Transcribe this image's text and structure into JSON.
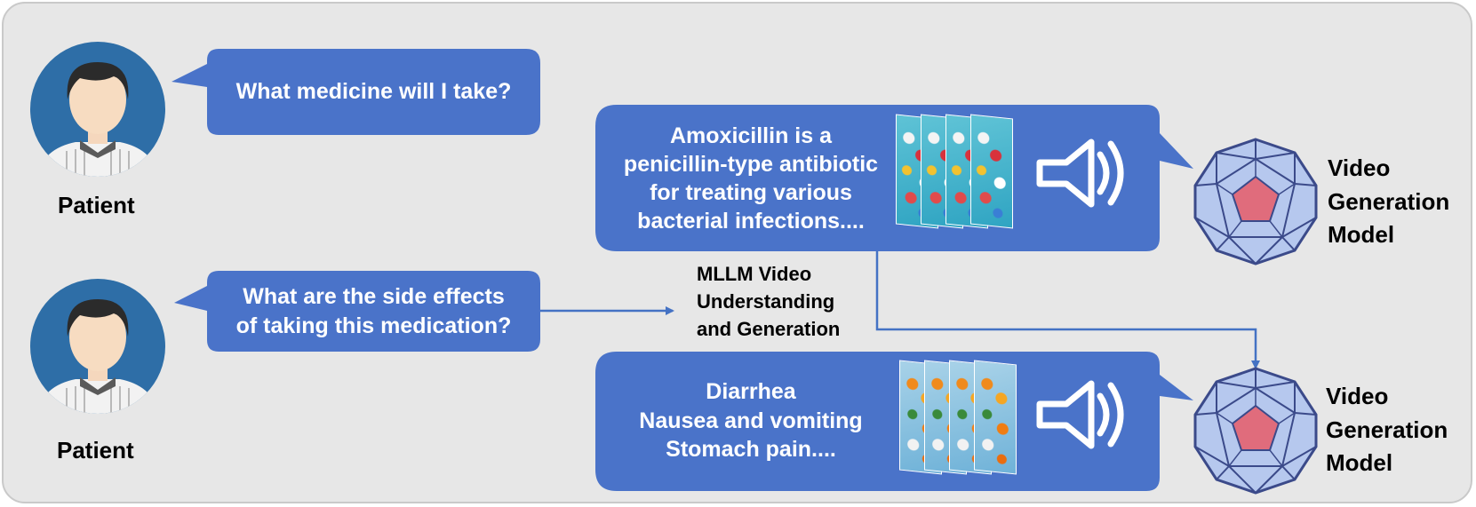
{
  "patients": [
    {
      "label": "Patient",
      "question_lines": [
        "What medicine will I take?"
      ]
    },
    {
      "label": "Patient",
      "question_lines": [
        "What are the side effects",
        "of taking this medication?"
      ]
    }
  ],
  "mllm": {
    "lines": [
      "MLLM Video",
      "Understanding",
      "and Generation"
    ]
  },
  "responses": [
    {
      "text_lines": [
        "Amoxicillin is a",
        "penicillin-type antibiotic",
        "for treating various",
        "bacterial infections...."
      ]
    },
    {
      "text_lines": [
        "Diarrhea",
        "Nausea and vomiting",
        "Stomach pain...."
      ]
    }
  ],
  "models": [
    {
      "label_lines": [
        "Video",
        "Generation",
        "Model"
      ]
    },
    {
      "label_lines": [
        "Video",
        "Generation",
        "Model"
      ]
    }
  ],
  "colors": {
    "bubble": "#4a73c9",
    "arrow": "#4472c4",
    "avatar_bg": "#2e6ea7",
    "polyhedron_fill": "#b6c8ee",
    "polyhedron_edge": "#3b4a8a",
    "polyhedron_core": "#e06c7c"
  },
  "icons": [
    "person-avatar-icon",
    "speaker-icon",
    "polyhedron-model-icon",
    "video-frames-icon"
  ]
}
